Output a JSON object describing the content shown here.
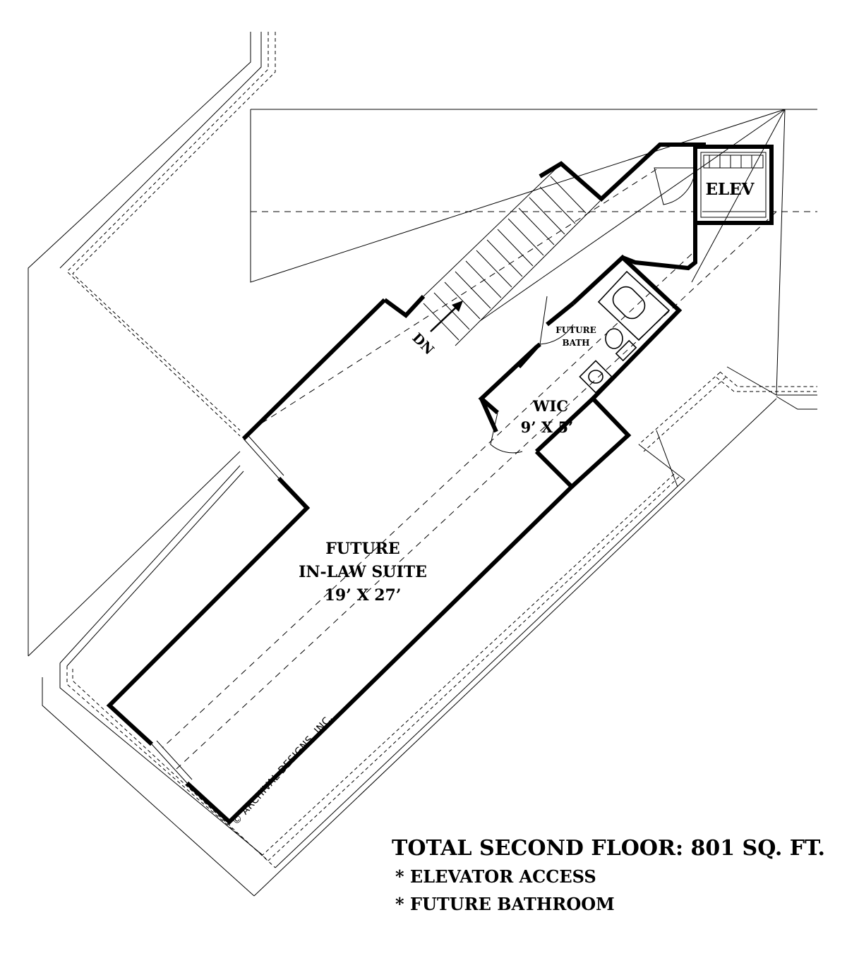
{
  "rooms": {
    "suite": {
      "line1": "FUTURE",
      "line2": "IN-LAW SUITE",
      "dims": "19’ X 27’"
    },
    "wic": {
      "line1": "WIC",
      "dims": "9’ X 5’"
    },
    "bath": {
      "line1": "FUTURE",
      "line2": "BATH"
    },
    "elevator": {
      "label": "ELEV"
    },
    "stairs": {
      "label": "DN"
    }
  },
  "copyright": "© ARCHIVAL DESIGNS, INC.",
  "summary": {
    "title": "TOTAL SECOND FLOOR: 801 SQ. FT.",
    "items": [
      "* ELEVATOR ACCESS",
      "* FUTURE BATHROOM"
    ]
  }
}
